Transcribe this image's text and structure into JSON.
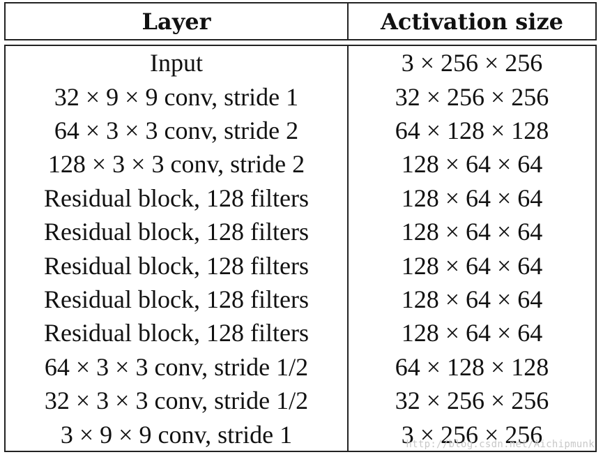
{
  "table": {
    "headers": {
      "layer": "Layer",
      "activation": "Activation size"
    },
    "rows": [
      {
        "layer": "Input",
        "activation": "3 × 256 × 256"
      },
      {
        "layer": "32 × 9 × 9 conv, stride 1",
        "activation": "32 × 256 × 256"
      },
      {
        "layer": "64 × 3 × 3 conv, stride 2",
        "activation": "64 × 128 × 128"
      },
      {
        "layer": "128 × 3 × 3 conv, stride 2",
        "activation": "128 × 64 × 64"
      },
      {
        "layer": "Residual block, 128 filters",
        "activation": "128 × 64 × 64"
      },
      {
        "layer": "Residual block, 128 filters",
        "activation": "128 × 64 × 64"
      },
      {
        "layer": "Residual block, 128 filters",
        "activation": "128 × 64 × 64"
      },
      {
        "layer": "Residual block, 128 filters",
        "activation": "128 × 64 × 64"
      },
      {
        "layer": "Residual block, 128 filters",
        "activation": "128 × 64 × 64"
      },
      {
        "layer": "64 × 3 × 3 conv, stride 1/2",
        "activation": "64 × 128 × 128"
      },
      {
        "layer": "32 × 3 × 3 conv, stride 1/2",
        "activation": "32 × 256 × 256"
      },
      {
        "layer": "3 × 9 × 9 conv, stride 1",
        "activation": "3 × 256 × 256"
      }
    ]
  },
  "watermark": "http://blog.csdn.net/Aichipmunk"
}
